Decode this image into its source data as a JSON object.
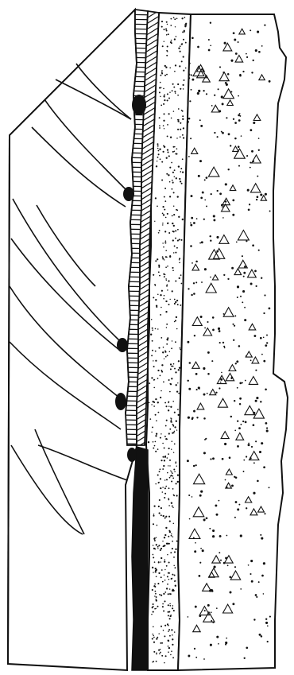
{
  "figure": {
    "kind": "geological cross-section sketch",
    "labels": []
  },
  "layers": [
    {
      "name": "rock-block",
      "pattern": "curved-fracture-lines"
    },
    {
      "name": "black-nodules",
      "pattern": "solid-black"
    },
    {
      "name": "vertically-hatched-band",
      "pattern": "horizontal-ticks"
    },
    {
      "name": "diagonal-hatched-band",
      "pattern": "diagonal-hatch"
    },
    {
      "name": "black-seam",
      "pattern": "solid-black"
    },
    {
      "name": "fine-stippled-layer",
      "pattern": "fine-dots"
    },
    {
      "name": "coarse-stippled-layer",
      "pattern": "dots-and-triangles"
    }
  ],
  "colors": {
    "ink": "#111111",
    "paper": "#ffffff"
  }
}
